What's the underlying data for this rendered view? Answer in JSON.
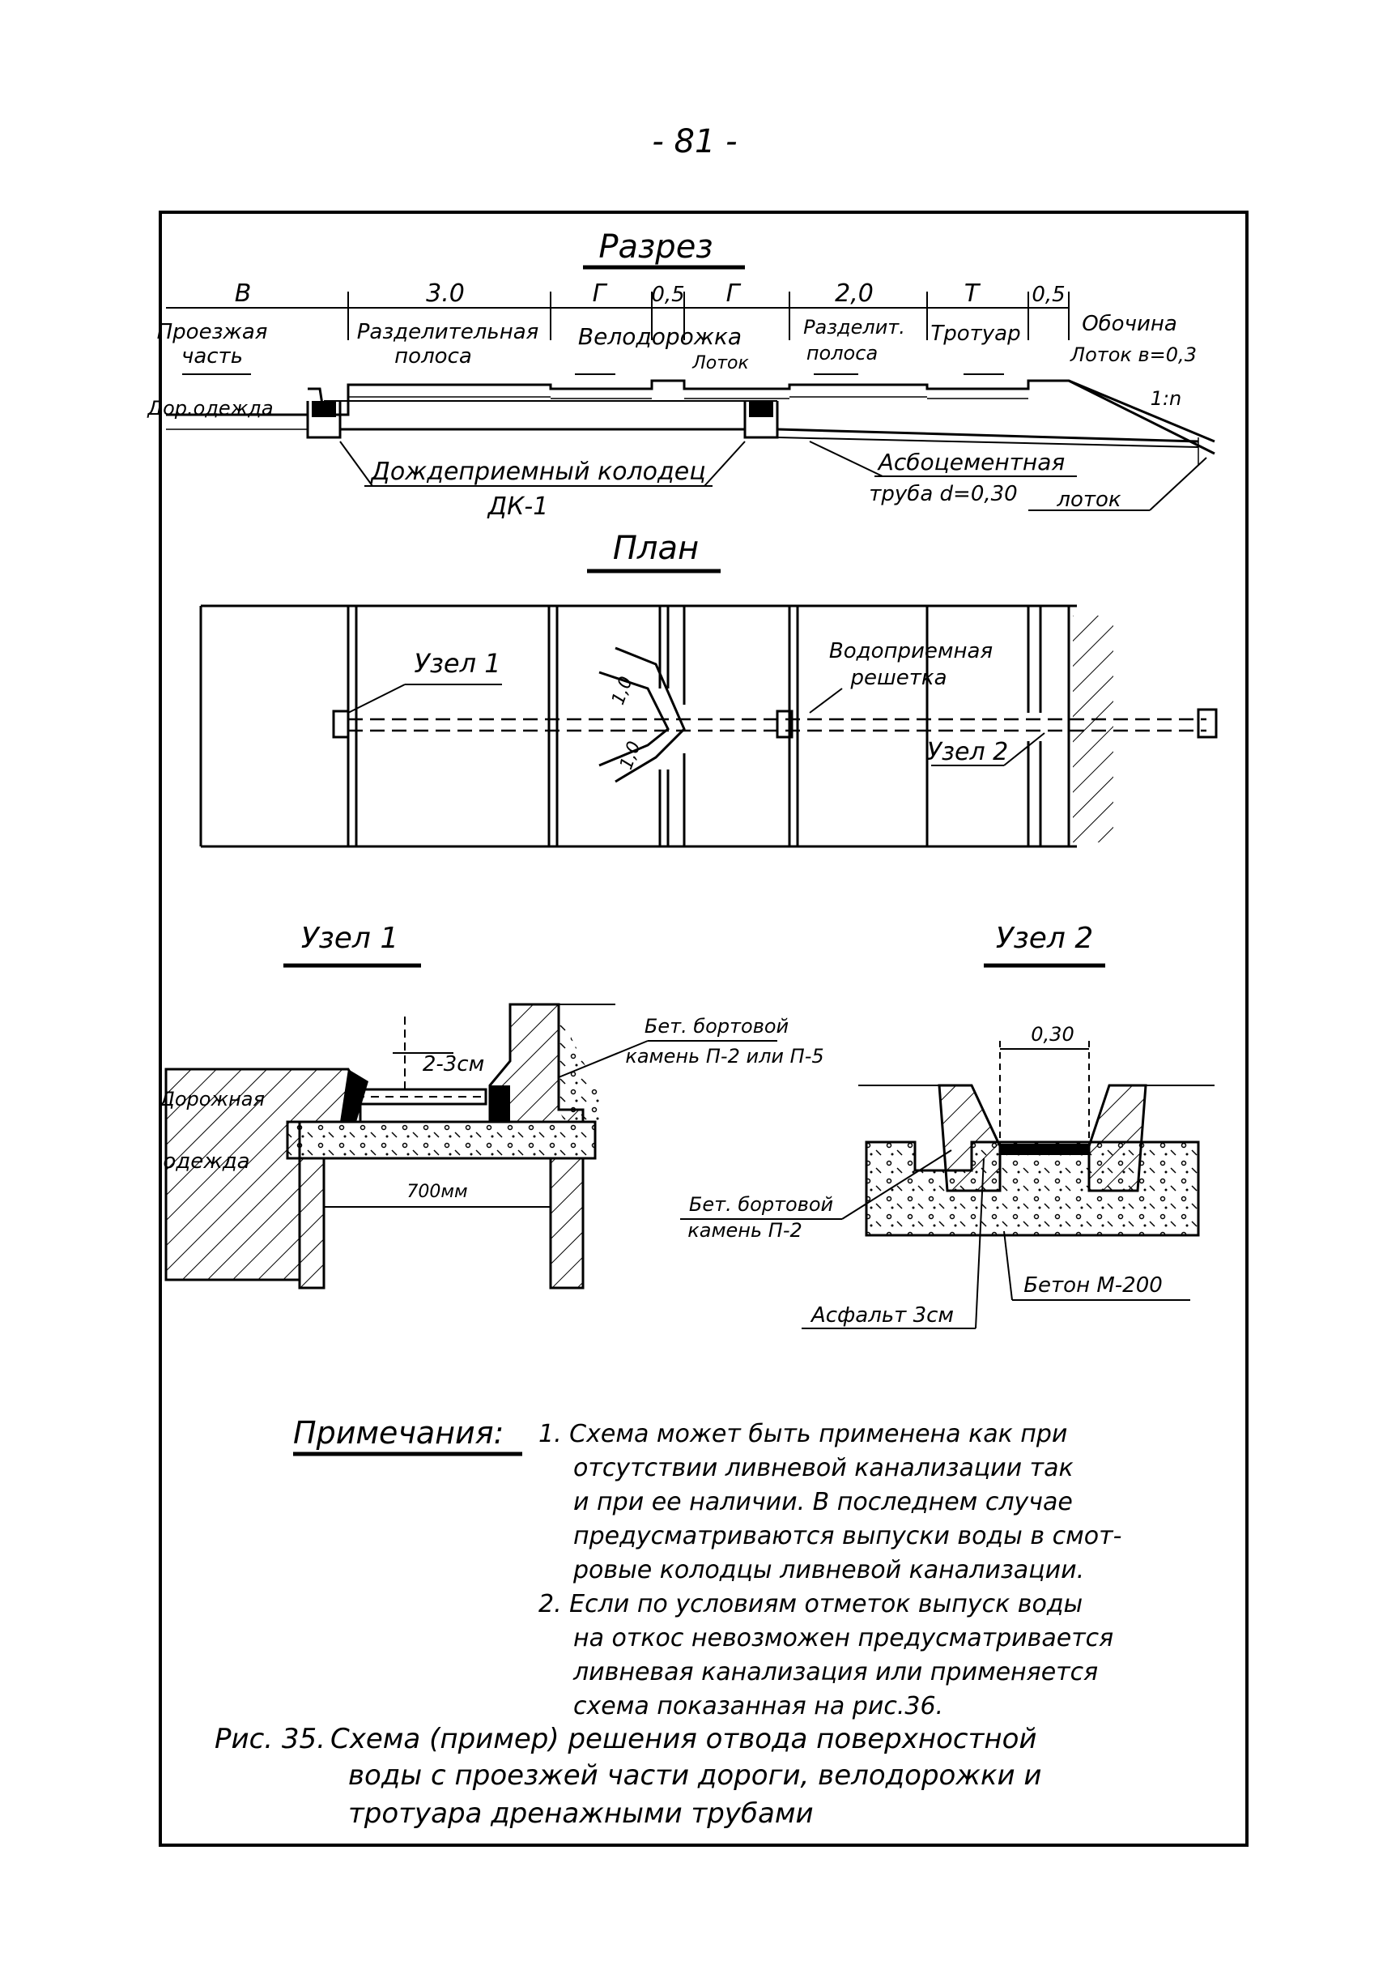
{
  "page_number": "- 81 -",
  "section": {
    "title": "Разрез",
    "dims": [
      "В",
      "3.0",
      "Г",
      "0,5",
      "Г",
      "2,0",
      "Т",
      "0,5"
    ],
    "zone_labels": {
      "carriageway": [
        "Проезжая",
        "часть"
      ],
      "divider": [
        "Разделительная",
        "полоса"
      ],
      "bikeway": "Велодорожка",
      "tray_small": "Лоток",
      "divider2": [
        "Разделит.",
        "полоса"
      ],
      "sidewalk": [
        "Тротуар"
      ],
      "shoulder": "Обочина",
      "tray_width": "Лоток в=0,3",
      "slope": "1:n"
    },
    "road_pavement": "Дор.одежда",
    "well": "Дождеприемный колодец",
    "well_code": "ДК-1",
    "pipe": [
      "Асбоцементная",
      "труба d=0,30"
    ],
    "tray_bottom": "лоток"
  },
  "plan": {
    "title": "План",
    "node1": "Узел 1",
    "grate": [
      "Водоприемная",
      "решетка"
    ],
    "node2": "Узел 2",
    "dim_a": "1,0",
    "dim_b": "1,0"
  },
  "node1": {
    "title": "Узел 1",
    "depth": "2-3см",
    "curb": [
      "Бет. бортовой",
      "камень П-2 или П-5"
    ],
    "pavement": [
      "Дорожная",
      "одежда"
    ],
    "width": "700мм"
  },
  "node2": {
    "title": "Узел 2",
    "width": "0,30",
    "curb": [
      "Бет. бортовой",
      "камень П-2"
    ],
    "concrete": "Бетон М-200",
    "asphalt": "Асфальт 3см"
  },
  "notes": {
    "heading": "Примечания:",
    "lines": [
      "1. Схема может быть применена как при",
      "отсутствии ливневой канализации так",
      "и при ее наличии. В последнем случае",
      "предусматриваются выпуски воды в смот-",
      "ровые колодцы ливневой канализации.",
      "2. Если по условиям отметок выпуск воды",
      "на откос невозможен предусматривается",
      "ливневая канализация или применяется",
      "схема показанная на рис.36."
    ]
  },
  "caption": {
    "label": "Рис. 35.",
    "lines": [
      "Схема (пример) решения отвода поверхностной",
      "воды с проезжей части дороги, велодорожки и",
      "тротуара дренажными трубами"
    ]
  }
}
